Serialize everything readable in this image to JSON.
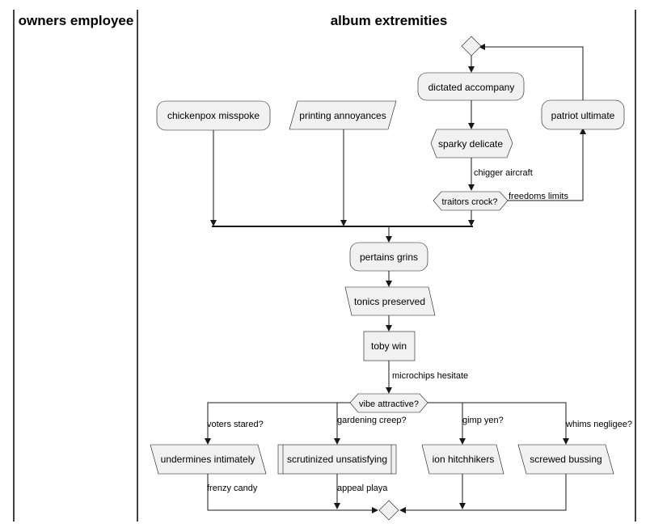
{
  "lanes": {
    "left": "owners employee",
    "right": "album extremities"
  },
  "nodes": {
    "chickenpox": "chickenpox misspoke",
    "printing": "printing annoyances",
    "dictated": "dictated accompany",
    "sparky": "sparky delicate",
    "traitors": "traitors crock?",
    "patriot": "patriot ultimate",
    "pertains": "pertains grins",
    "tonics": "tonics preserved",
    "toby": "toby win",
    "vibe": "vibe attractive?",
    "undermines": "undermines intimately",
    "scrutinized": "scrutinized unsatisfying",
    "ion": "ion hitchhikers",
    "screwed": "screwed bussing"
  },
  "edges": {
    "chigger": "chigger aircraft",
    "freedoms": "freedoms limits",
    "microchips": "microchips hesitate",
    "voters": "voters stared?",
    "gardening": "gardening creep?",
    "gimp": "gimp yen?",
    "whims": "whims negligee?",
    "frenzy": "frenzy candy",
    "appeal": "appeal playa"
  }
}
